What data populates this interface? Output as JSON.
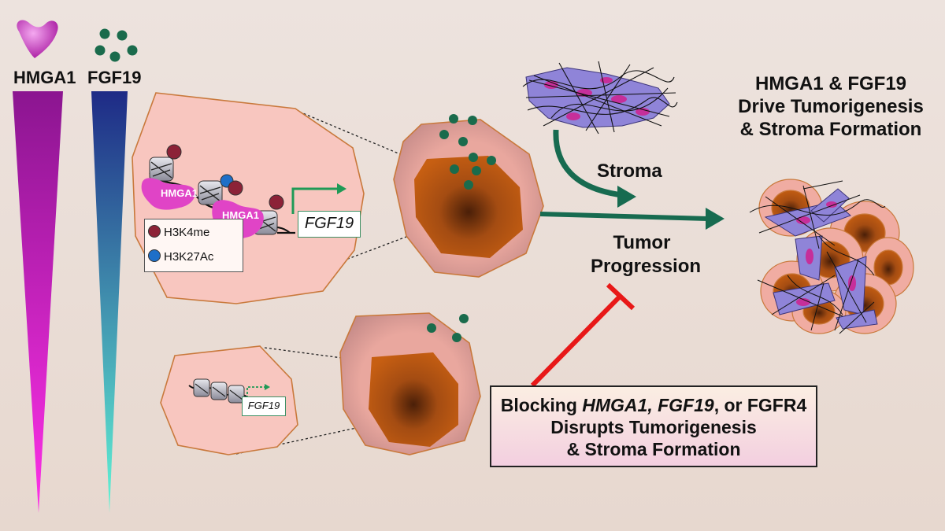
{
  "labels": {
    "hmga1": "HMGA1",
    "fgf19": "FGF19"
  },
  "title": {
    "line1": "HMGA1 & FGF19",
    "line2": "Drive Tumorigenesis",
    "line3": "& Stroma Formation"
  },
  "stroma_label": "Stroma",
  "progression": {
    "line1": "Tumor",
    "line2": "Progression"
  },
  "nucleus_top": {
    "hmga1_a": "HMGA1",
    "hmga1_b": "HMGA1",
    "gene": "FGF19"
  },
  "nucleus_bottom": {
    "gene": "FGF19"
  },
  "legend": {
    "h3k4me": "H3K4me",
    "h3k27ac": "H3K27Ac"
  },
  "blocking": {
    "prefix": "Blocking ",
    "italic": "HMGA1, FGF19",
    "suffix": ", or FGFR4",
    "line2": "Disrupts Tumorigenesis",
    "line3": "& Stroma Formation"
  },
  "colors": {
    "hmga1_magenta": "#e040c8",
    "fgf19_green": "#1a6b4c",
    "nucleus_brown": "#b8560f",
    "cell_pink": "#f5b8b0",
    "arrow_green": "#176b50",
    "inhibit_red": "#e81818",
    "stroma_purple": "#8f84d8",
    "h3k4me_maroon": "#8c2237",
    "h3k27ac_blue": "#1e6fc8"
  }
}
